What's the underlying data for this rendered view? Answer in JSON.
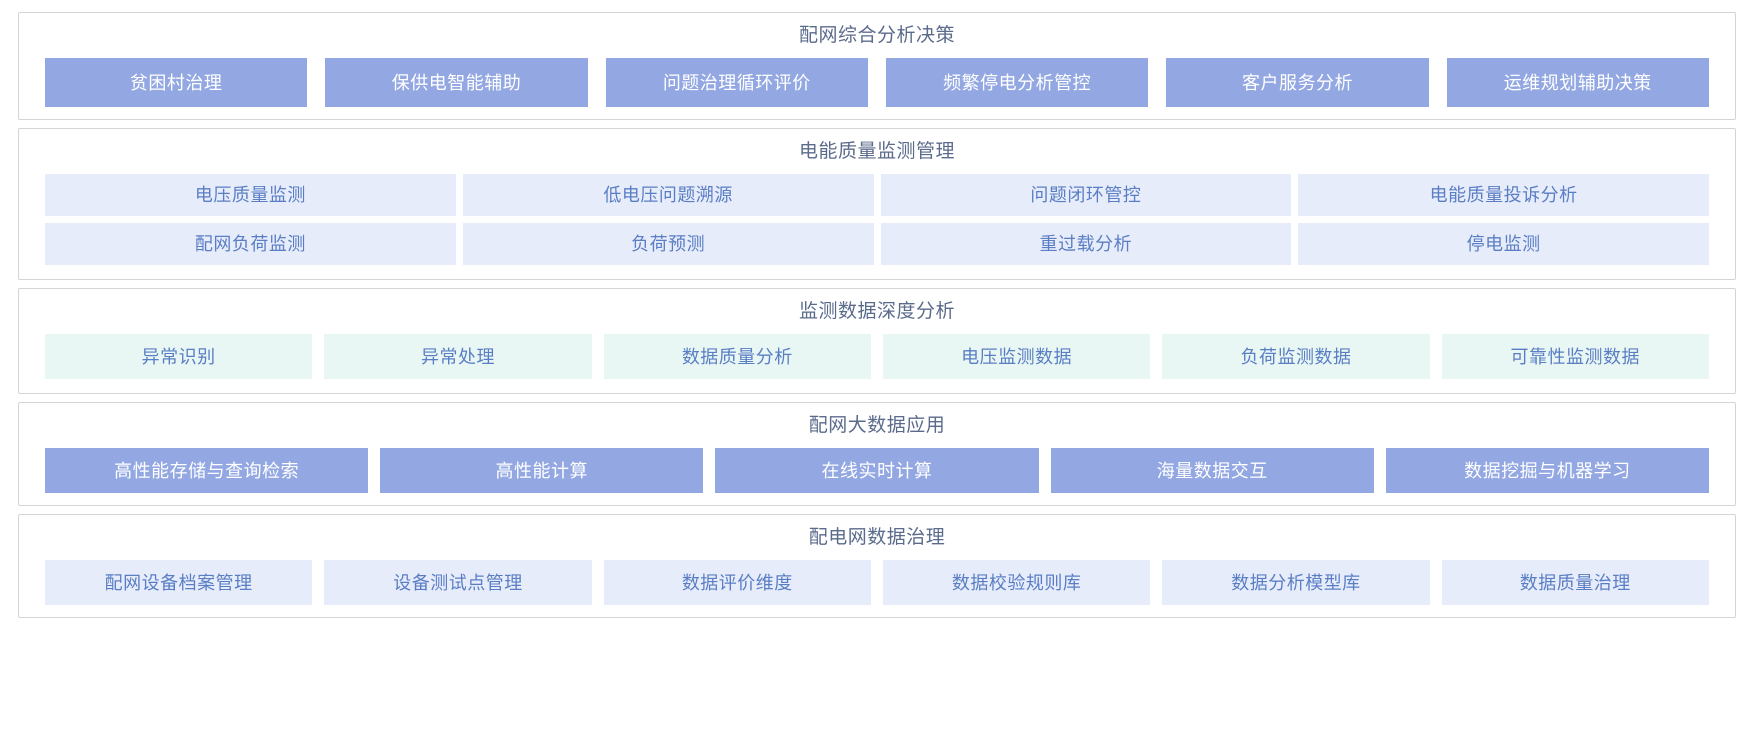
{
  "sections": [
    {
      "title": "配网综合分析决策",
      "style": "blue",
      "rows": [
        [
          "贫困村治理",
          "保供电智能辅助",
          "问题治理循环评价",
          "频繁停电分析管控",
          "客户服务分析",
          "运维规划辅助决策"
        ]
      ]
    },
    {
      "title": "电能质量监测管理",
      "style": "lavender",
      "rows": [
        [
          "电压质量监测",
          "低电压问题溯源",
          "问题闭环管控",
          "电能质量投诉分析"
        ],
        [
          "配网负荷监测",
          "负荷预测",
          "重过载分析",
          "停电监测"
        ]
      ]
    },
    {
      "title": "监测数据深度分析",
      "style": "mint",
      "rows": [
        [
          "异常识别",
          "异常处理",
          "数据质量分析",
          "电压监测数据",
          "负荷监测数据",
          "可靠性监测数据"
        ]
      ]
    },
    {
      "title": "配网大数据应用",
      "style": "blue",
      "rows": [
        [
          "高性能存储与查询检索",
          "高性能计算",
          "在线实时计算",
          "海量数据交互",
          "数据挖掘与机器学习"
        ]
      ]
    },
    {
      "title": "配电网数据治理",
      "style": "lavender",
      "rows": [
        [
          "配网设备档案管理",
          "设备测试点管理",
          "数据评价维度",
          "数据校验规则库",
          "数据分析模型库",
          "数据质量治理"
        ]
      ]
    }
  ],
  "colors": {
    "panel_border": "#d4d4d4",
    "blue_fill": "#93a8e2",
    "blue_text": "#ffffff",
    "lavender_fill": "#e7ecfb",
    "mint_fill": "#e9f7f4",
    "item_text": "#5a7ec4",
    "title_text": "#5b6b8c",
    "background": "#ffffff"
  }
}
